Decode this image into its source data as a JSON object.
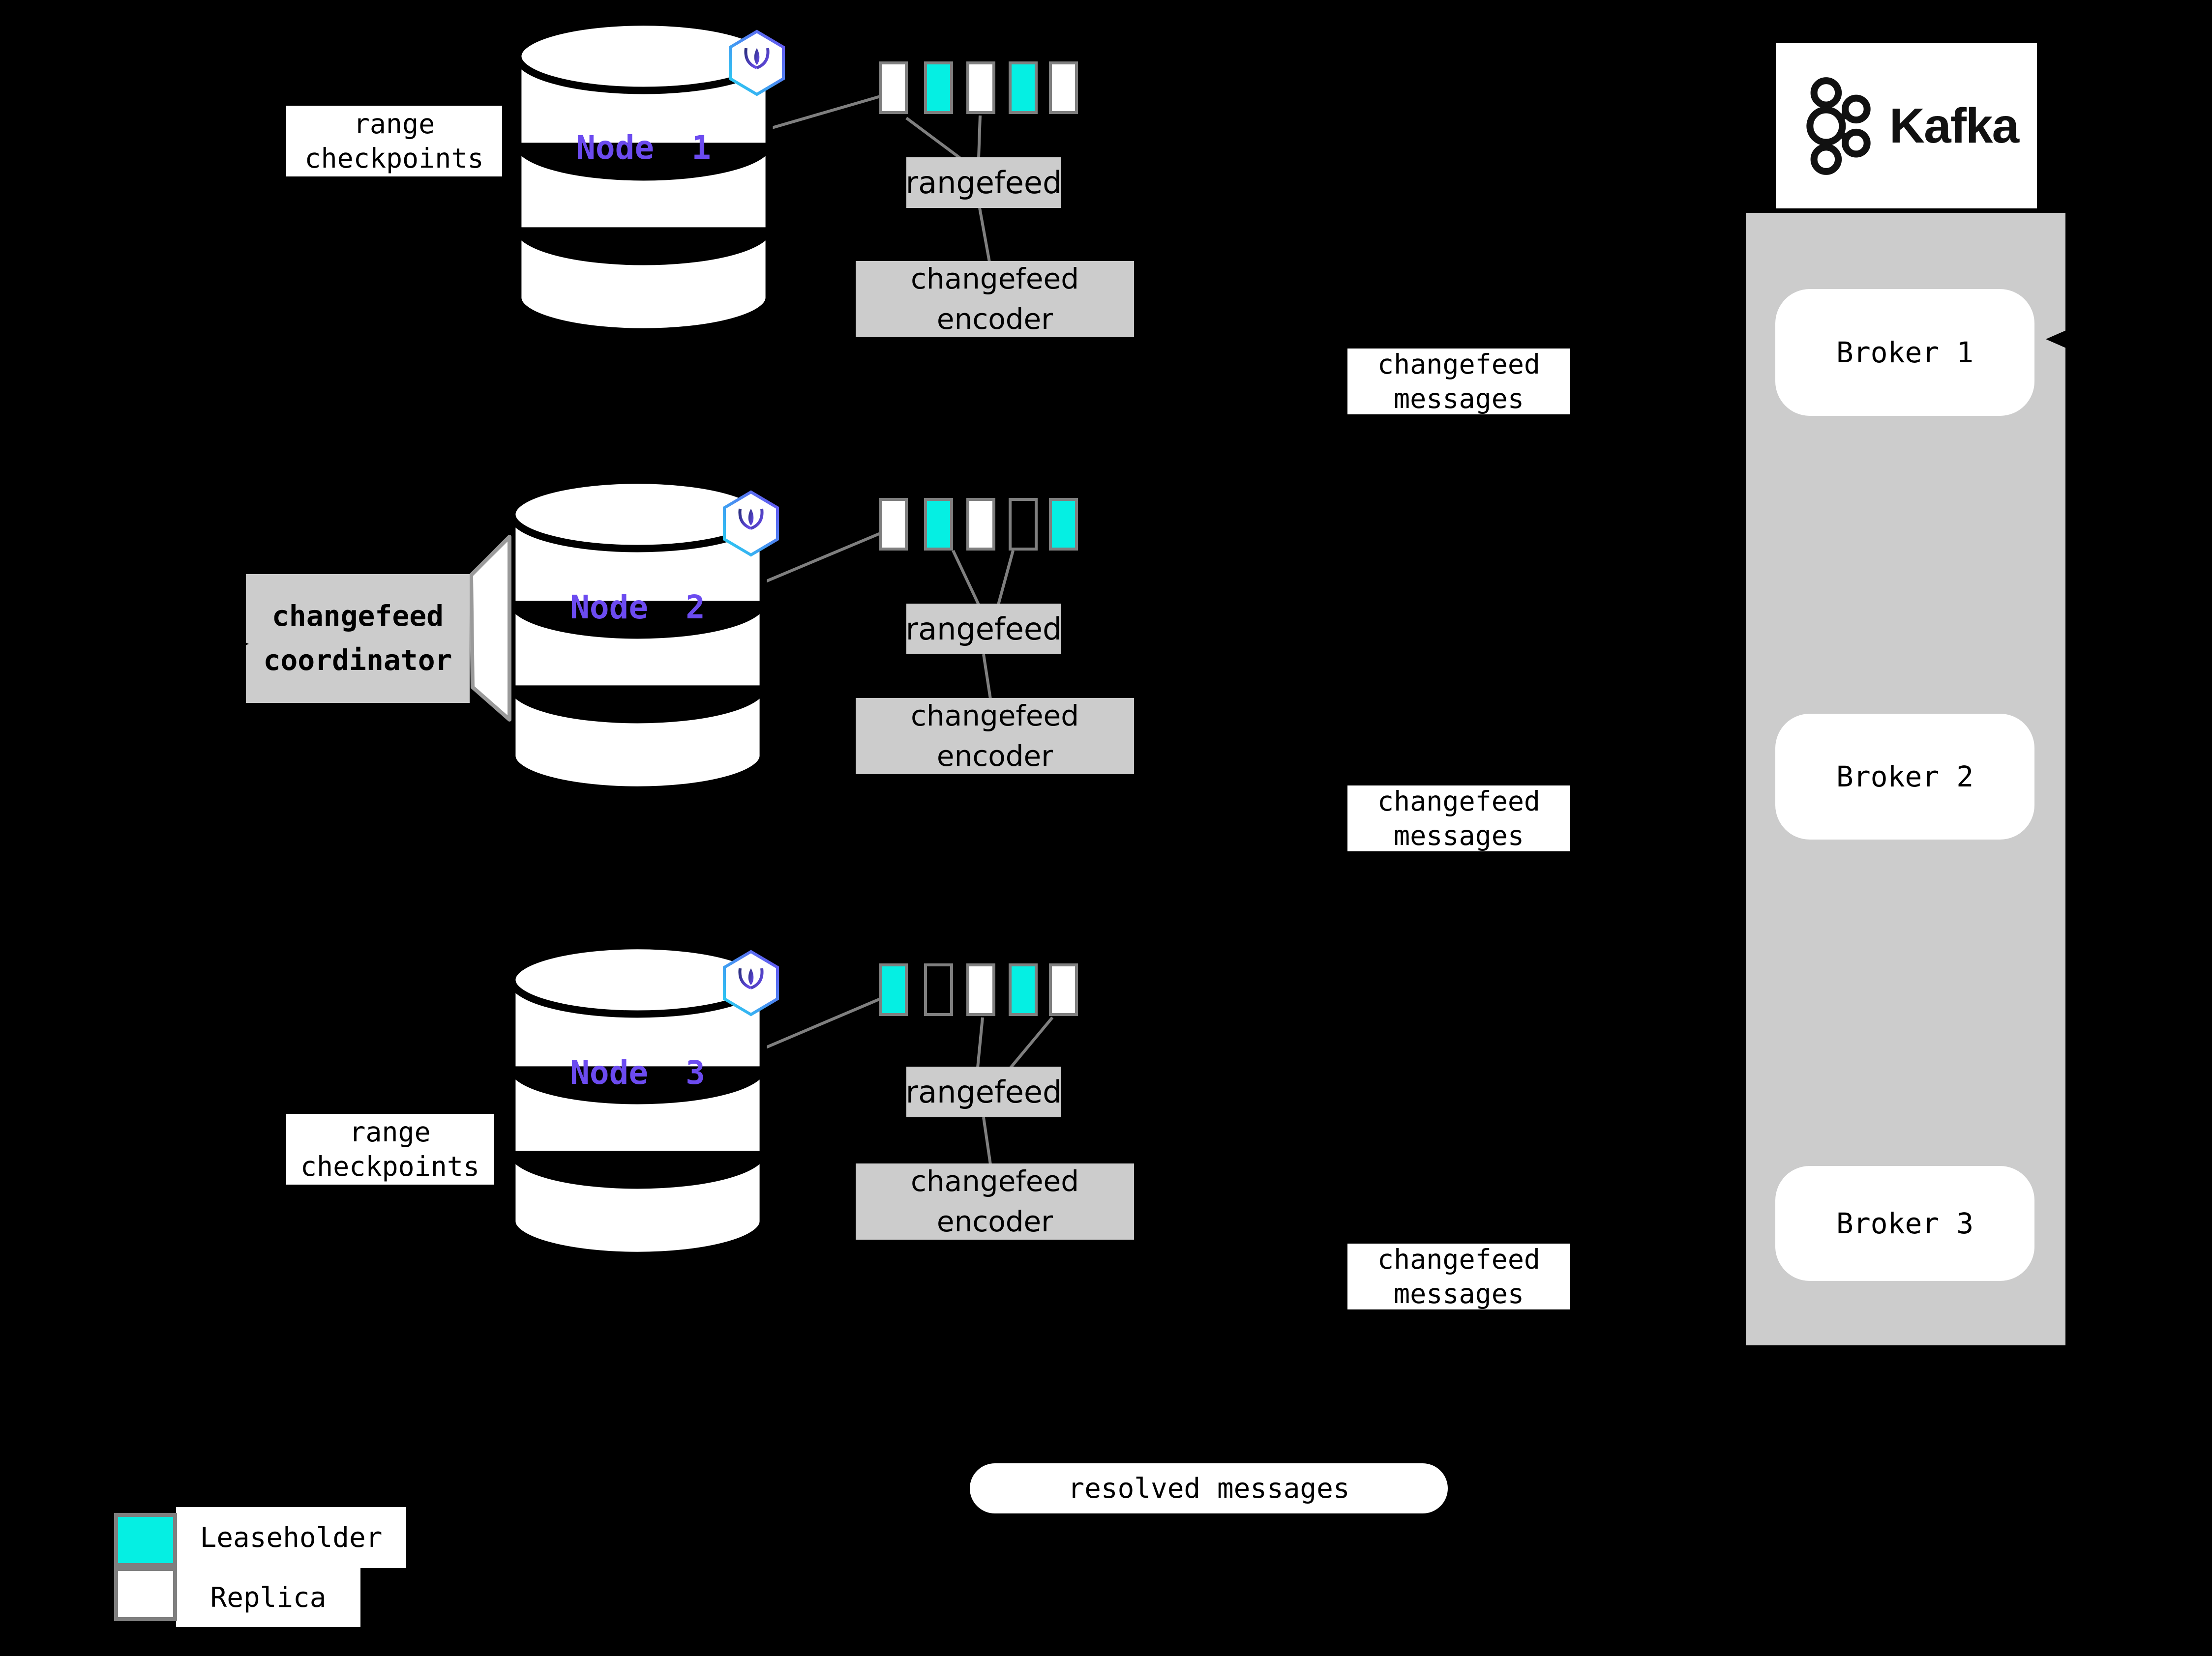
{
  "colors": {
    "leaseholder": "#05efe3",
    "replica": "#ffffff",
    "none": "#000000",
    "panel_gray": "#cccccc",
    "box_gray": "#cccccc",
    "connector_gray": "#7f7f7f",
    "node_label_purple": "#6c4bf0",
    "background": "#000000"
  },
  "nodes": [
    {
      "label": "Node 1",
      "ranges": [
        "replica",
        "leaseholder",
        "replica",
        "leaseholder",
        "replica"
      ]
    },
    {
      "label": "Node 2",
      "ranges": [
        "replica",
        "leaseholder",
        "replica",
        "none",
        "leaseholder"
      ]
    },
    {
      "label": "Node 3",
      "ranges": [
        "leaseholder",
        "none",
        "replica",
        "leaseholder",
        "replica"
      ]
    }
  ],
  "labels": {
    "rangefeed": "rangefeed",
    "encoder_line1": "changefeed",
    "encoder_line2": "encoder",
    "checkpoints_line1": "range",
    "checkpoints_line2": "checkpoints",
    "messages_line1": "changefeed",
    "messages_line2": "messages",
    "coordinator_line1": "changefeed",
    "coordinator_line2": "coordinator",
    "resolved_messages": "resolved messages"
  },
  "kafka": {
    "title": "Kafka",
    "brokers": [
      {
        "label": "Broker 1"
      },
      {
        "label": "Broker 2"
      },
      {
        "label": "Broker 3"
      }
    ]
  },
  "legend": {
    "items": [
      {
        "swatch": "leaseholder",
        "label": "Leaseholder"
      },
      {
        "swatch": "replica",
        "label": "Replica"
      }
    ]
  }
}
